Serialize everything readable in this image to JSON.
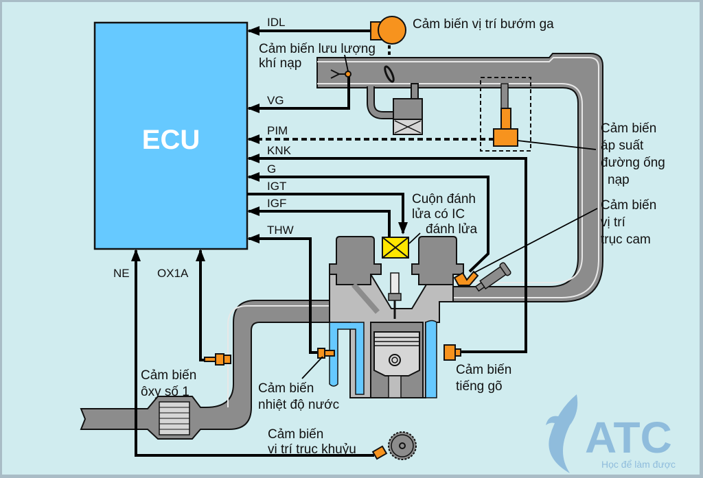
{
  "ecu": {
    "label": "ECU",
    "color": "#66c9ff"
  },
  "signals": {
    "idl": "IDL",
    "vg": "VG",
    "pim": "PIM",
    "knk": "KNK",
    "g": "G",
    "igt": "IGT",
    "igf": "IGF",
    "thw": "THW",
    "ne": "NE",
    "ox1a": "OX1A"
  },
  "sensors": {
    "throttle_position": "Cảm biến vị trí bướm ga",
    "air_flow_line1": "Cảm biến lưu lượng",
    "air_flow_line2": "khí nạp",
    "map_line1": "Cảm biến",
    "map_line2": "áp suất",
    "map_line3": "đường ống",
    "map_line4": "nạp",
    "cam_line1": "Cảm biến",
    "cam_line2": "vị trí",
    "cam_line3": "trục cam",
    "coil_line1": "Cuộn đánh",
    "coil_line2": "lửa có IC",
    "coil_line3": "đánh lửa",
    "oxygen_line1": "Cảm biến",
    "oxygen_line2": "ôxy số 1",
    "coolant_line1": "Cảm biến",
    "coolant_line2": "nhiệt độ nước",
    "knock_line1": "Cảm biến",
    "knock_line2": "tiếng gõ",
    "crank_line1": "Cảm biến",
    "crank_line2": "vị trí trục khuỷu"
  },
  "logo": {
    "brand": "ATC",
    "tagline": "Học để làm được"
  },
  "colors": {
    "background": "#d0ecef",
    "sensor": "#f7931e",
    "coil": "#ffe600",
    "coolant": "#66c9ff",
    "pipe": "#8c8c8c"
  }
}
